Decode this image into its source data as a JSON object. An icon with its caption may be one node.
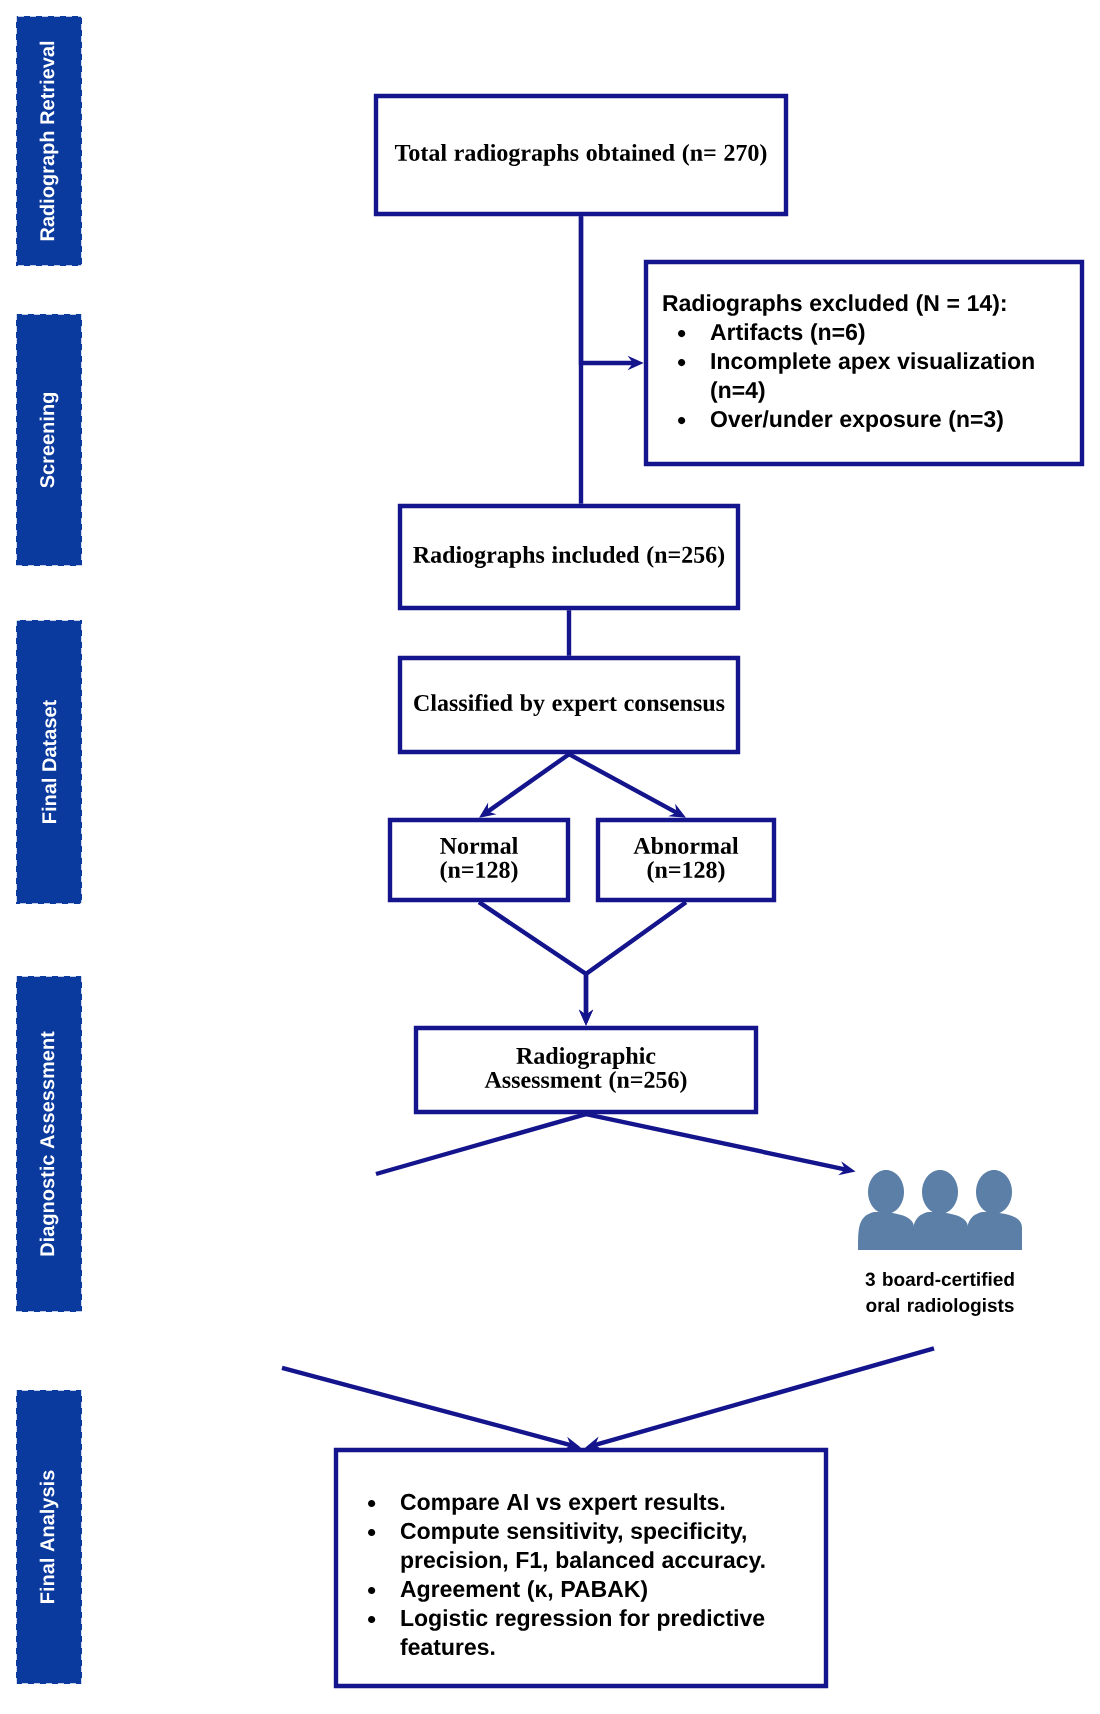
{
  "diagram": {
    "nodes": [
      {
        "text": [
          "Radiograph Retrieval"
        ]
      },
      {
        "text": [
          "Screening"
        ]
      },
      {
        "text": [
          "Final Dataset"
        ]
      },
      {
        "text": [
          "Diagnostic Assessment"
        ]
      },
      {
        "text": [
          "Final Analysis"
        ]
      },
      {
        "text": [
          "Total radiographs obtained (n= 270)"
        ]
      },
      {
        "text": [
          "Radiographs excluded (N = 14):",
          "Artifacts (n=6)",
          "Incomplete apex visualization (n=4)",
          "Over/under exposure (n=3)"
        ]
      },
      {
        "text": [
          "Radiographs included (n=256)"
        ]
      },
      {
        "text": [
          "Classified by expert consensus"
        ]
      },
      {
        "text": [
          "Normal (n=128)"
        ]
      },
      {
        "text": [
          "Abnormal (n=128)"
        ]
      },
      {
        "text": [
          "Radiographic Assessment (n=256)"
        ]
      },
      {
        "text": [],
        "shape": "person",
        "beside": [
          "3 board-certified oral radiologists"
        ]
      },
      {
        "text": [
          "Compare AI vs expert results.",
          "Compute sensitivity, specificity, precision, F1, balanced accuracy.",
          "Agreement (κ, PABAK)",
          "Logistic regression for predictive features."
        ]
      }
    ],
    "edges": [
      {
        "from": 5,
        "to": 7,
        "arrow": "none"
      },
      {
        "from": 5,
        "to": 6,
        "arrow": "to"
      },
      {
        "from": 7,
        "to": 8,
        "arrow": "none"
      },
      {
        "from": 8,
        "to": 9,
        "arrow": "to"
      },
      {
        "from": 8,
        "to": 10,
        "arrow": "to"
      },
      {
        "from": 9,
        "to": 11,
        "arrow": "to"
      },
      {
        "from": 10,
        "to": 11,
        "arrow": "to"
      },
      {
        "from": 11,
        "to": null,
        "arrow": "none"
      },
      {
        "from": 11,
        "to": 12,
        "arrow": "to"
      },
      {
        "from": null,
        "to": 13,
        "arrow": "to"
      },
      {
        "from": 12,
        "to": 13,
        "arrow": "to"
      }
    ]
  }
}
